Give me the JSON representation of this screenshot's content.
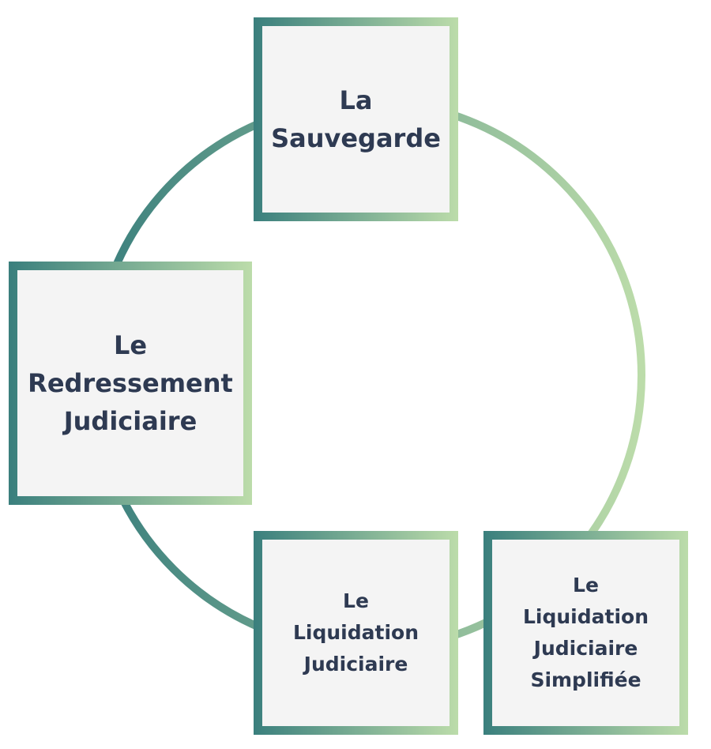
{
  "colors": {
    "gradient_start": "#3a7f7d",
    "gradient_end": "#bcdcaa",
    "box_fill": "#f4f4f4",
    "text": "#2e3a52"
  },
  "nodes": [
    {
      "lines": [
        "La",
        "Sauvegarde"
      ]
    },
    {
      "lines": [
        "Le",
        "Redressement",
        "Judiciaire"
      ]
    },
    {
      "lines": [
        "Le",
        "Liquidation",
        "Judiciaire"
      ]
    },
    {
      "lines": [
        "Le",
        "Liquidation",
        "Judiciaire",
        "Simplifiée"
      ]
    }
  ]
}
